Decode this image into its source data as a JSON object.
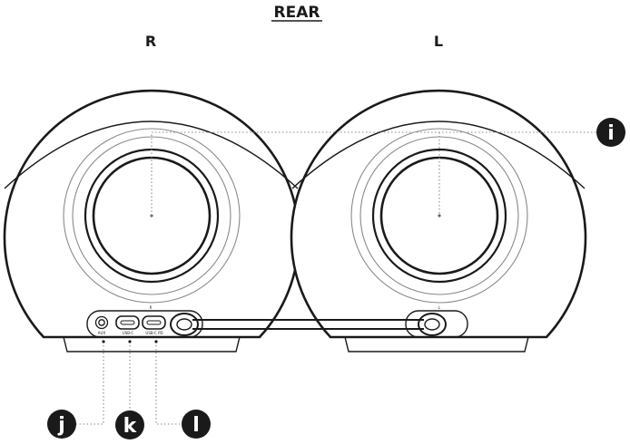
{
  "title": "REAR",
  "speakers": {
    "right": {
      "label": "R",
      "panel_mark": "R"
    },
    "left": {
      "label": "L",
      "panel_mark": "L"
    }
  },
  "ports": {
    "aux_label": "AUX",
    "usb_c_label": "USB-C",
    "usb_c_pd_label": "USB-C PD"
  },
  "callouts": {
    "i": "i",
    "j": "j",
    "k": "k",
    "l": "l"
  },
  "colors": {
    "line": "#1a1a1a",
    "callout_fill": "#1a1a1a",
    "leader": "#8a8a8a"
  }
}
